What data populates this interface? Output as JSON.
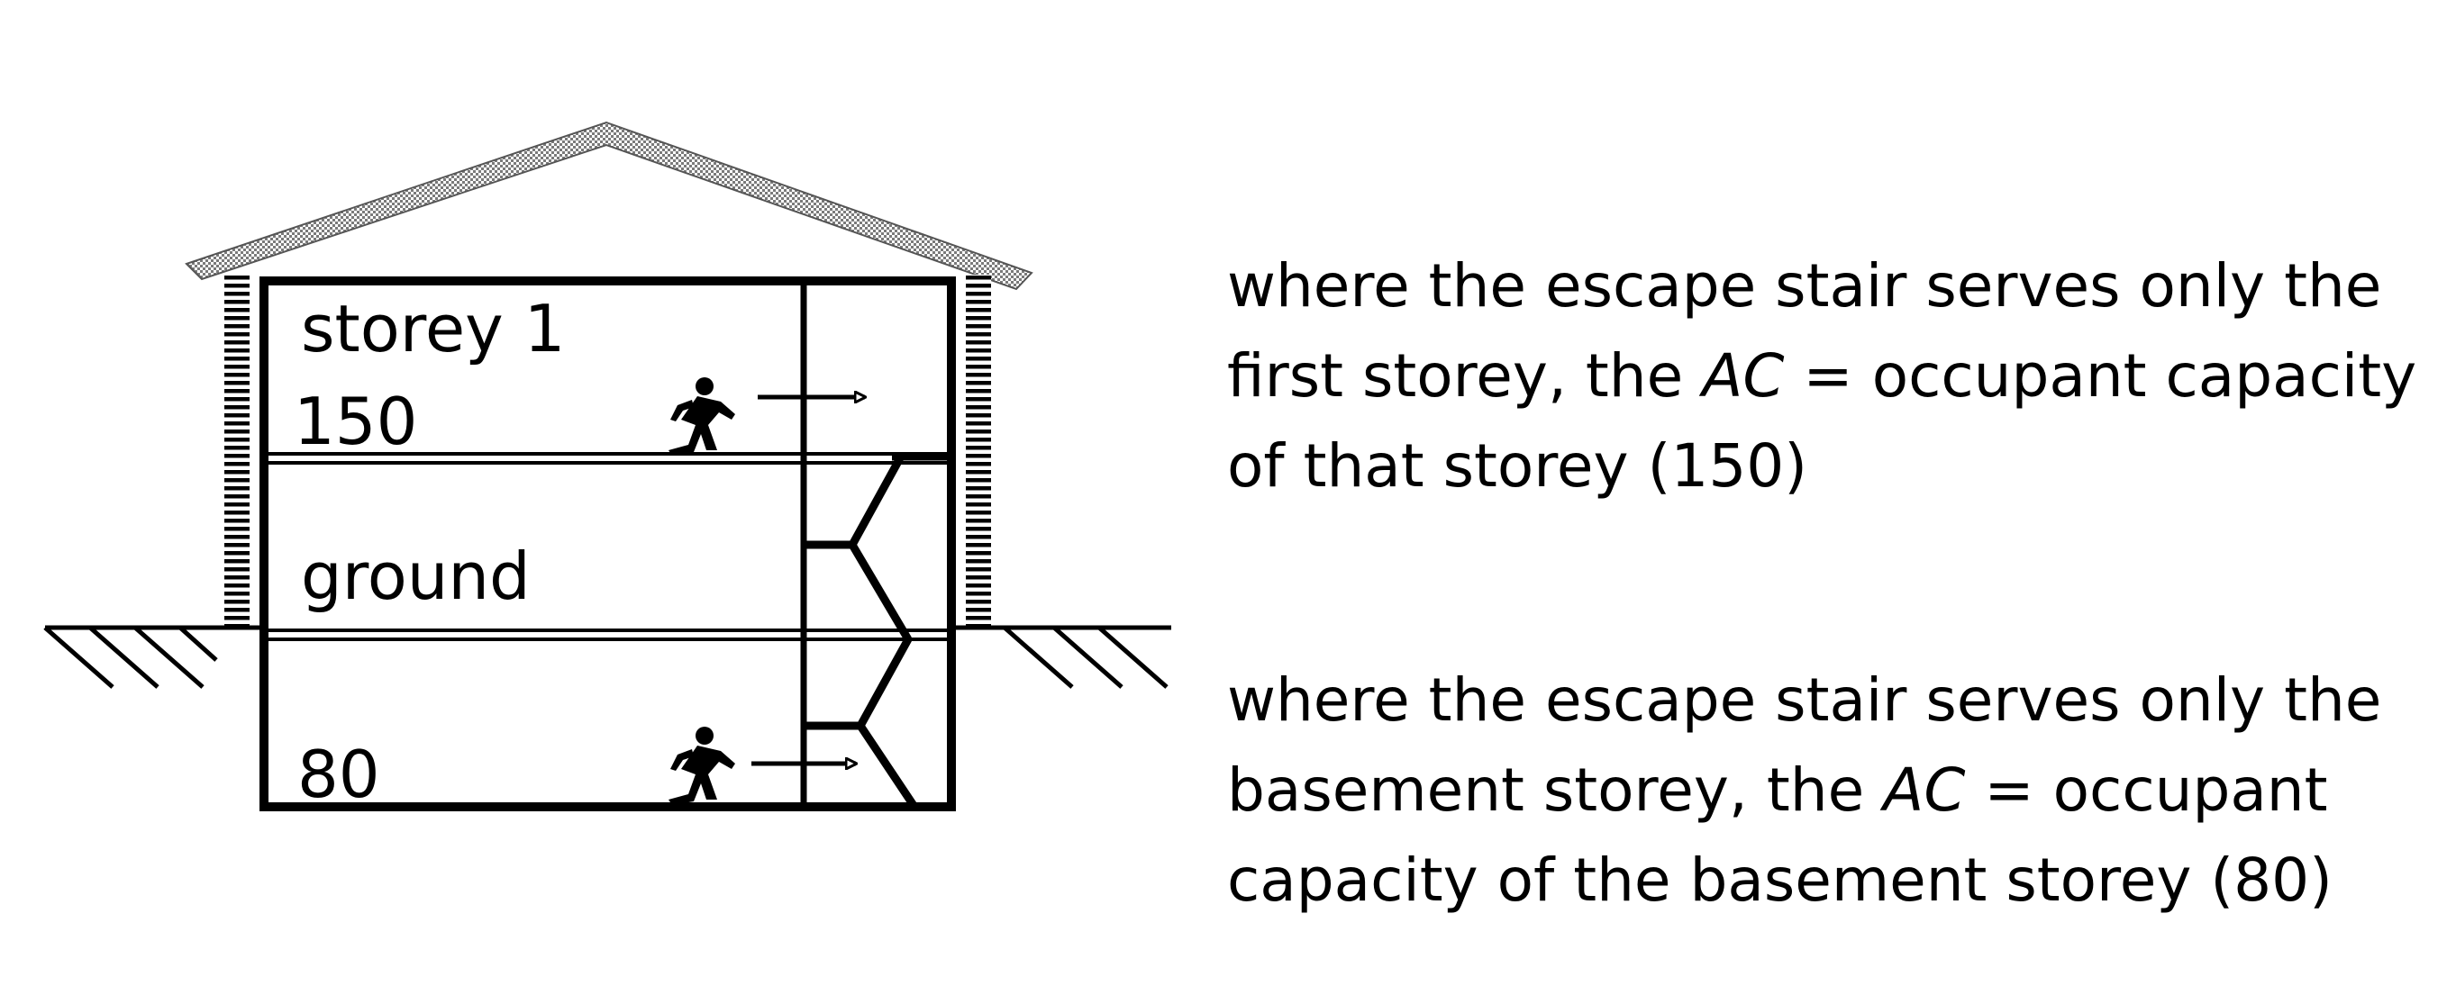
{
  "floors": {
    "storey1": {
      "name": "storey 1",
      "occupants": "150"
    },
    "ground": {
      "name": "ground"
    },
    "basement": {
      "occupants": "80"
    }
  },
  "notes": {
    "first": {
      "line1": "where the escape stair serves only the",
      "line2_a": "first storey, the ",
      "ac": "AC",
      "line2_b": " = occupant capacity",
      "line3": "of that storey (150)"
    },
    "basement": {
      "line1": "where the escape stair serves only the",
      "line2_a": "basement storey, the ",
      "ac": "AC",
      "line2_b": " = occupant",
      "line3": "capacity of the basement storey (80)"
    }
  },
  "icons": [
    "running-person-icon",
    "arrow-right-icon"
  ]
}
